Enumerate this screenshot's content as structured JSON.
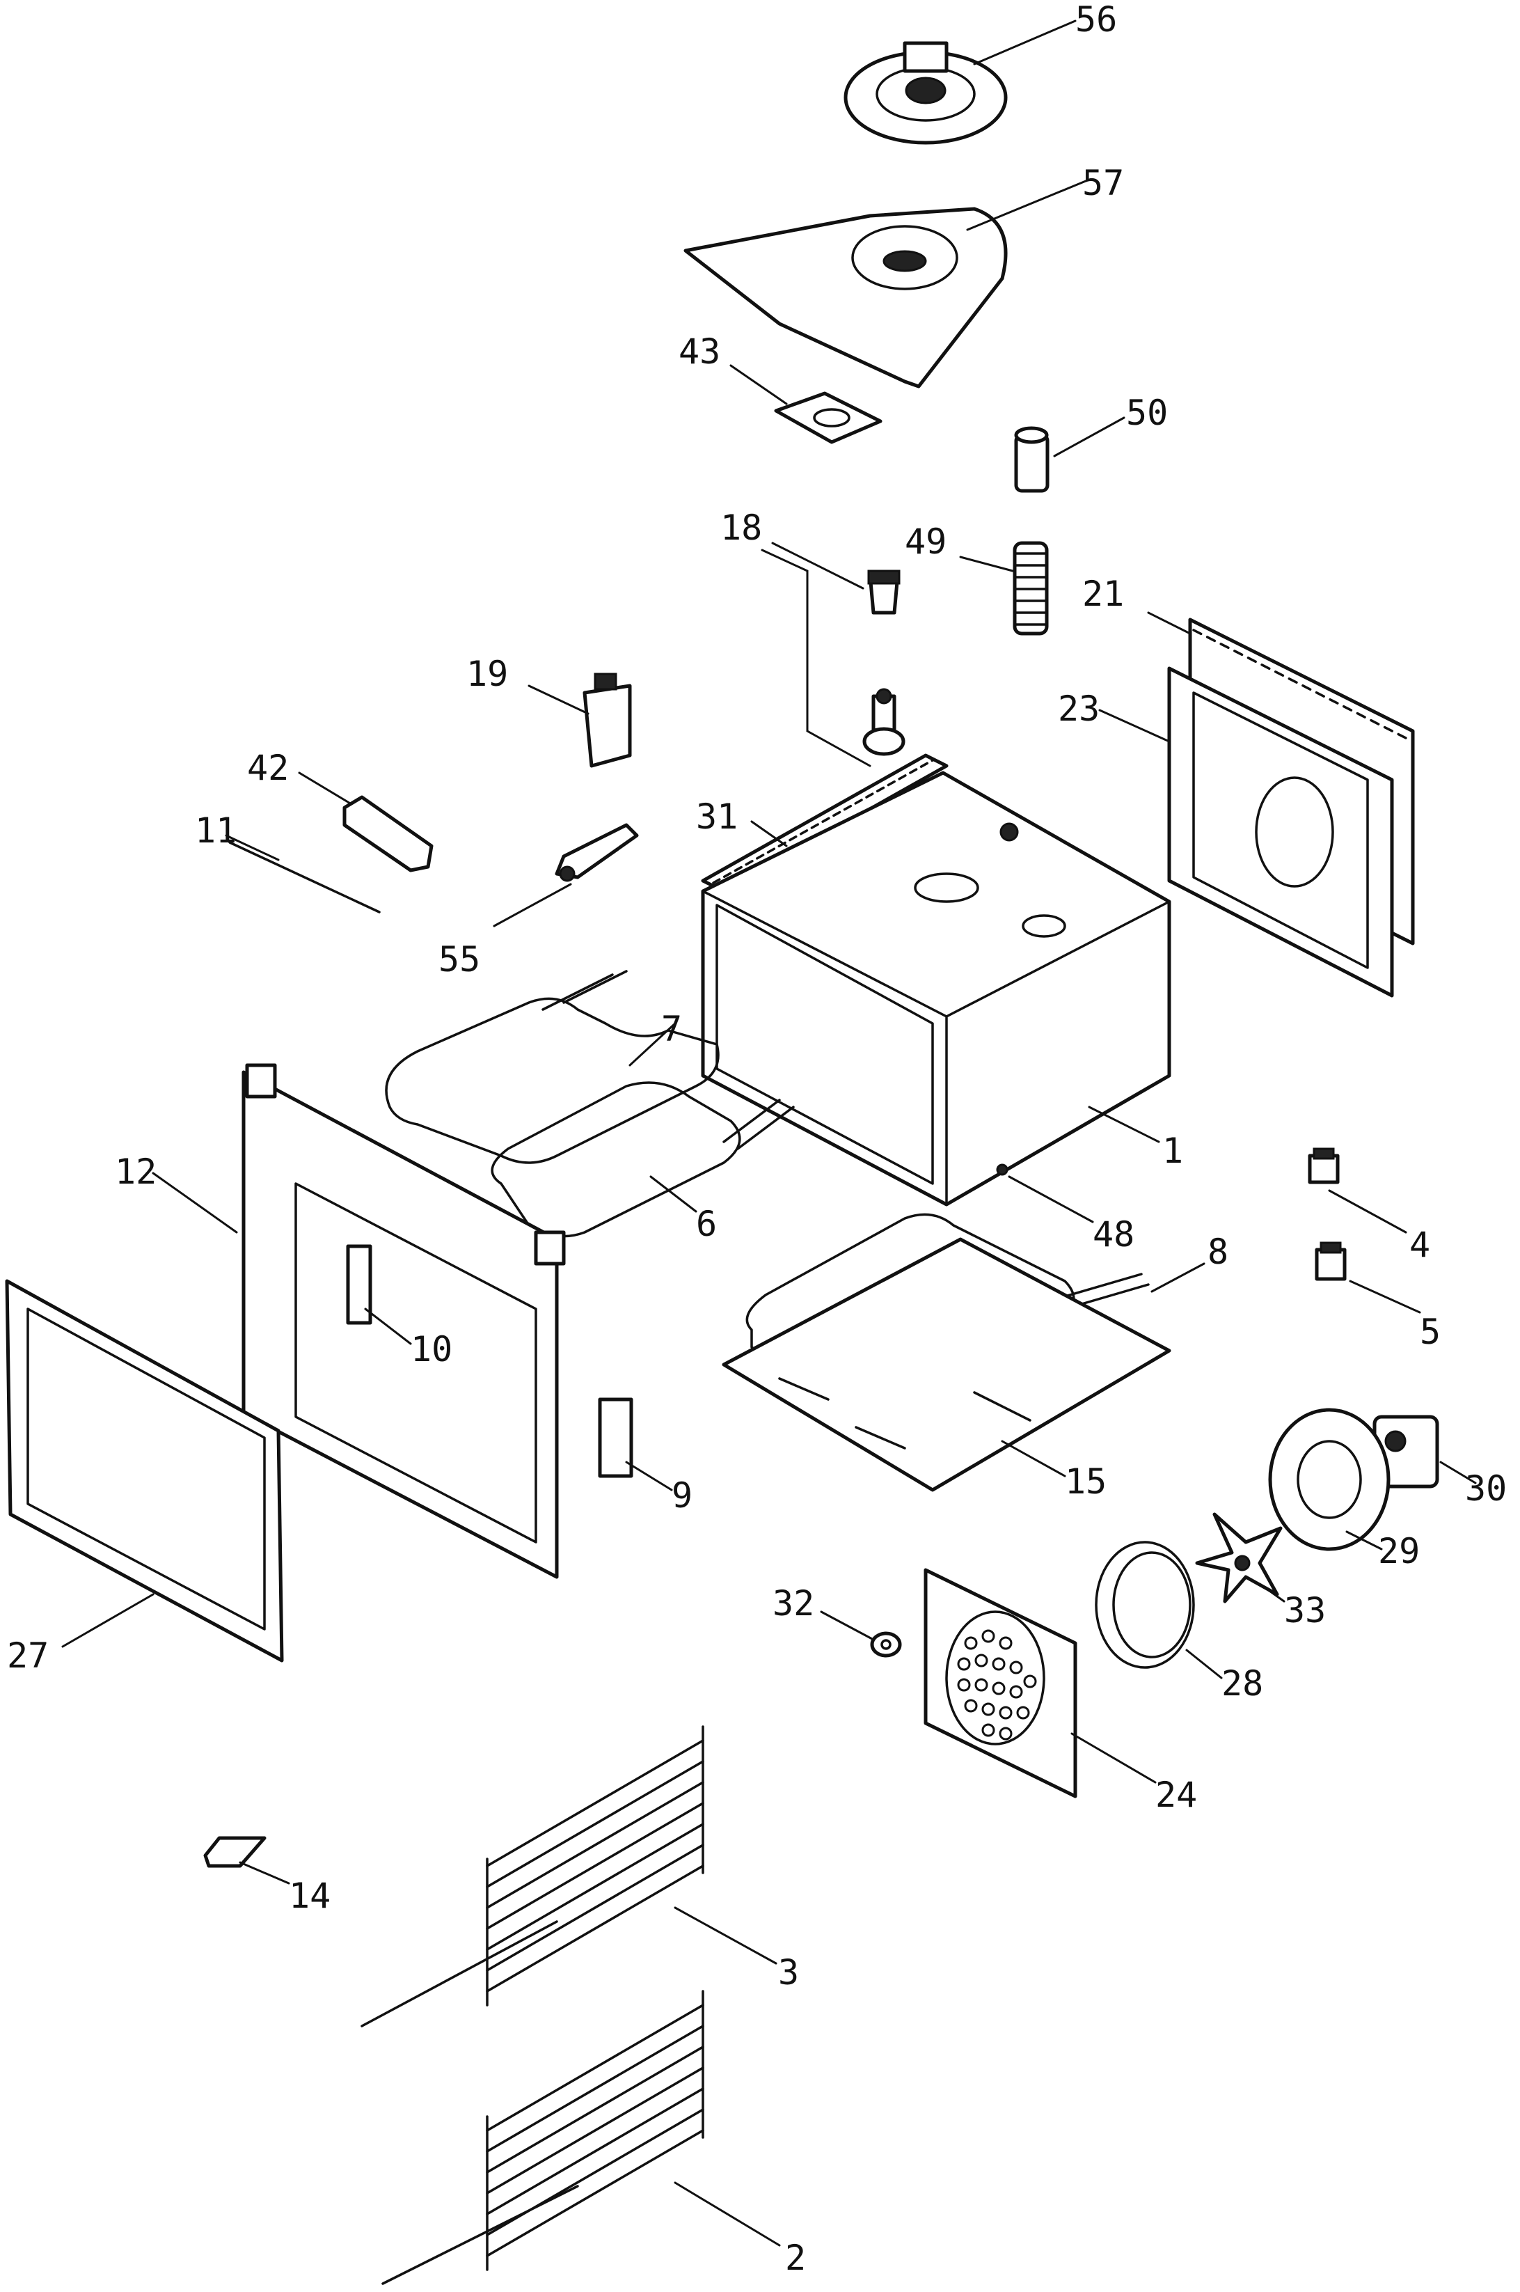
{
  "labels": {
    "p56": "56",
    "p57": "57",
    "p43": "43",
    "p50": "50",
    "p18": "18",
    "p49": "49",
    "p21": "21",
    "p19": "19",
    "p23": "23",
    "p42": "42",
    "p11": "11",
    "p31": "31",
    "p55": "55",
    "p7": "7",
    "p12": "12",
    "p1": "1",
    "p4": "4",
    "p6": "6",
    "p48": "48",
    "p8": "8",
    "p10": "10",
    "p5": "5",
    "p9": "9",
    "p15": "15",
    "p30": "30",
    "p29": "29",
    "p32": "32",
    "p33": "33",
    "p27": "27",
    "p28": "28",
    "p24": "24",
    "p14": "14",
    "p3": "3",
    "p2": "2"
  },
  "colors": {
    "ink": "#111111",
    "paper": "#ffffff"
  }
}
